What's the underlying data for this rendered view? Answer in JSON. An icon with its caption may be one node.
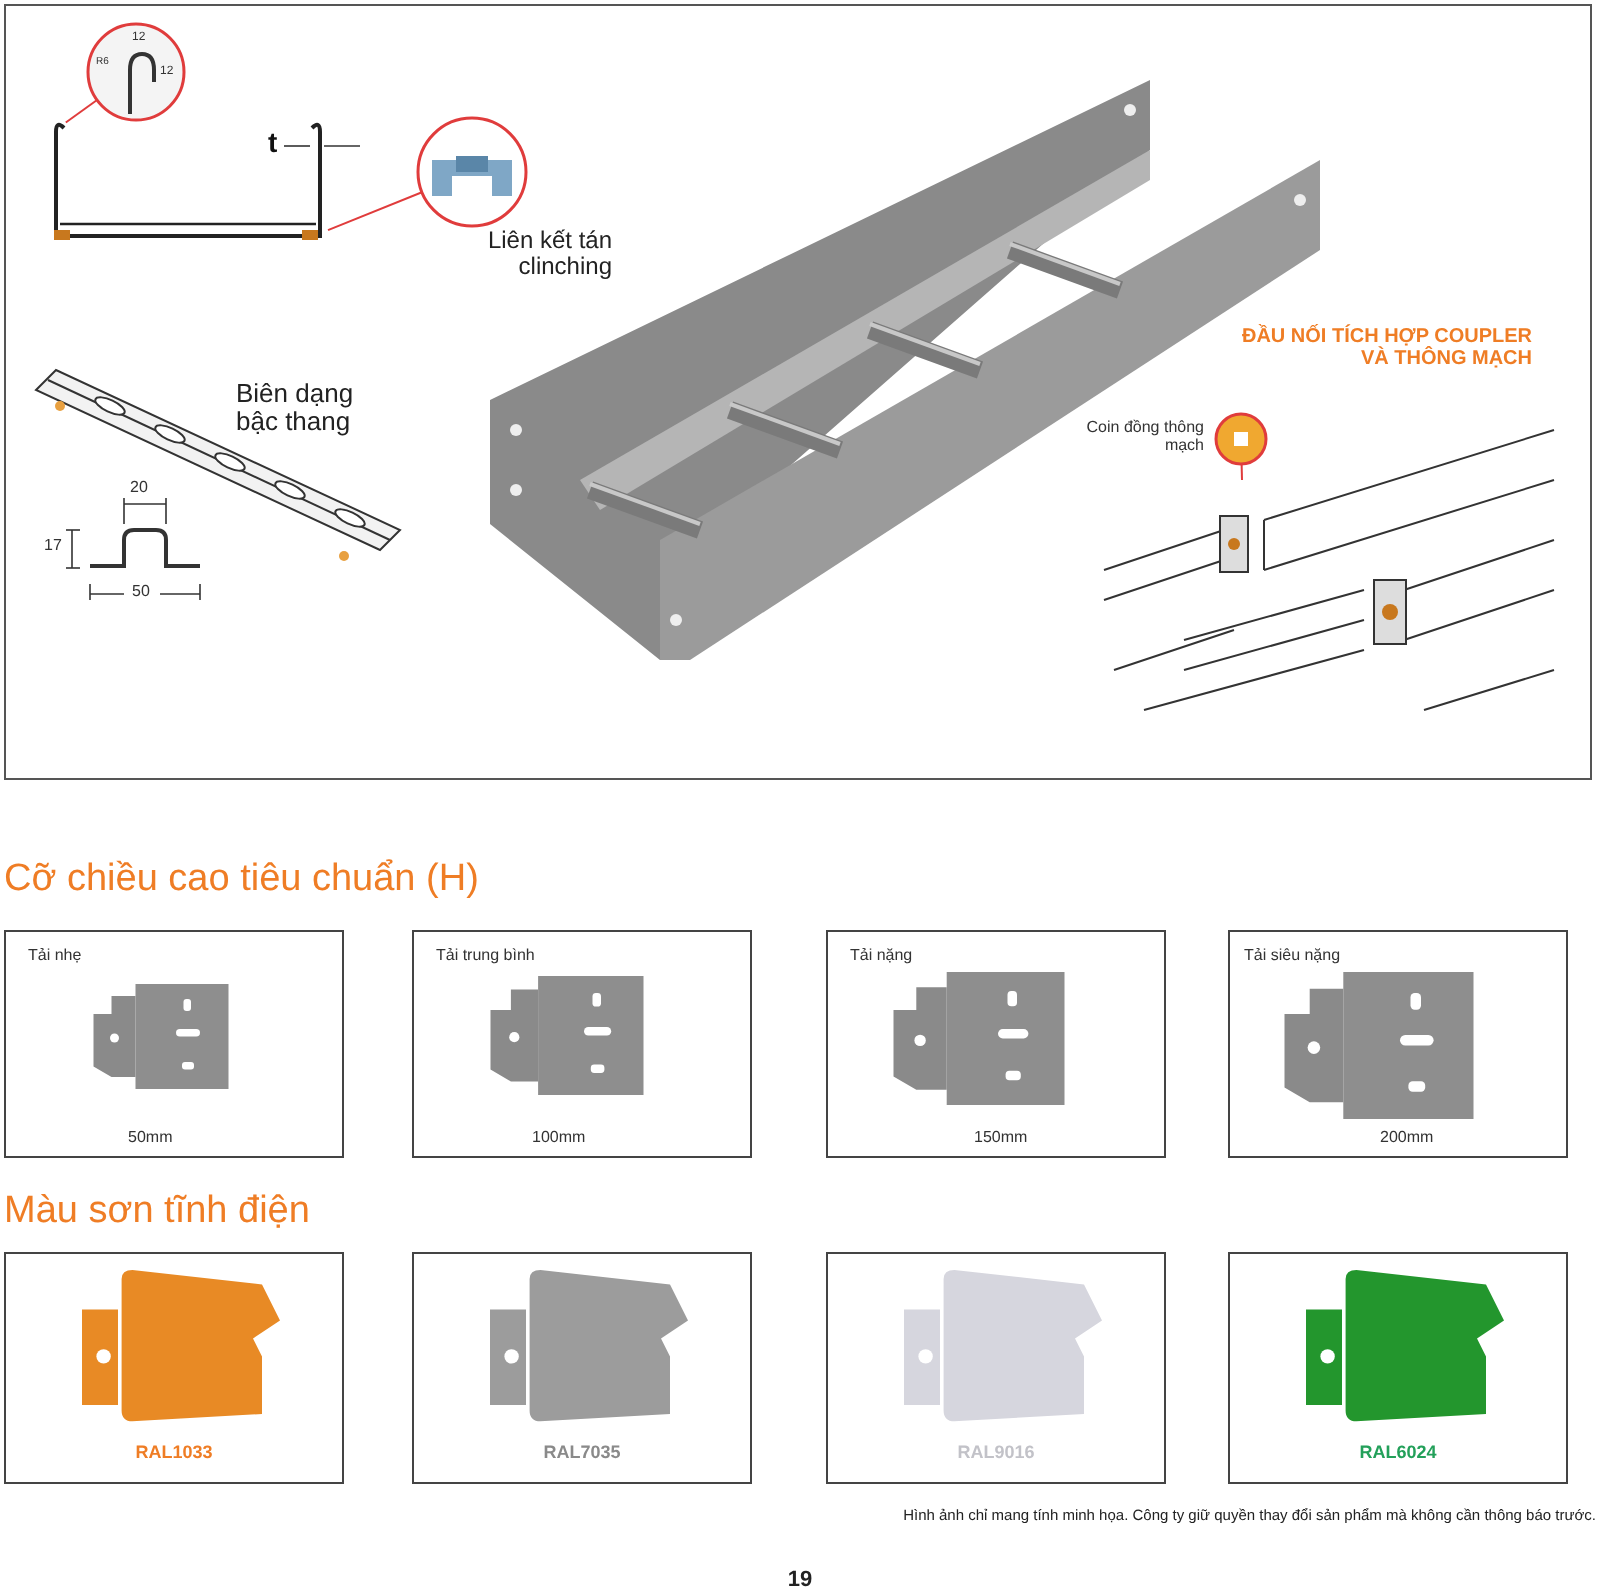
{
  "diagram": {
    "nodes": [
      {
        "text": [],
        "shape": "picture"
      },
      {
        "text": [],
        "shape": "circle"
      },
      {
        "text": [],
        "shape": "circle"
      },
      {
        "text": [],
        "shape": "picture"
      },
      {
        "text": [],
        "shape": "circle"
      }
    ],
    "edges": [
      {
        "from": 1,
        "to": 0,
        "arrow": "none",
        "color": "#e03c3c"
      },
      {
        "from": 2,
        "to": 0,
        "arrow": "none",
        "color": "#e03c3c"
      },
      {
        "from": 4,
        "to": 3,
        "arrow": "none",
        "color": "#e03c3c"
      }
    ],
    "labels": [
      "R6",
      "12",
      "12",
      "t",
      "Liên kết tán clinching",
      "Biên dạng bậc thang",
      "20",
      "17",
      "50",
      "ĐẦU NỐI TÍCH HỢP COUPLER VÀ THÔNG MẠCH",
      "Coin đồng thông mạch",
      "Cỡ chiều cao tiêu chuẩn (H)",
      "Tải nhẹ",
      "50mm",
      "Tải trung bình",
      "100mm",
      "Tải nặng",
      "150mm",
      "Tải siêu nặng",
      "200mm",
      "Màu sơn tĩnh điện",
      "RAL1033",
      "RAL7035",
      "RAL9016",
      "RAL6024",
      "Hình ảnh chỉ mang tính minh họa. Công ty giữ quyền thay đổi sản phẩm mà không cần thông báo trước.",
      "19"
    ]
  }
}
